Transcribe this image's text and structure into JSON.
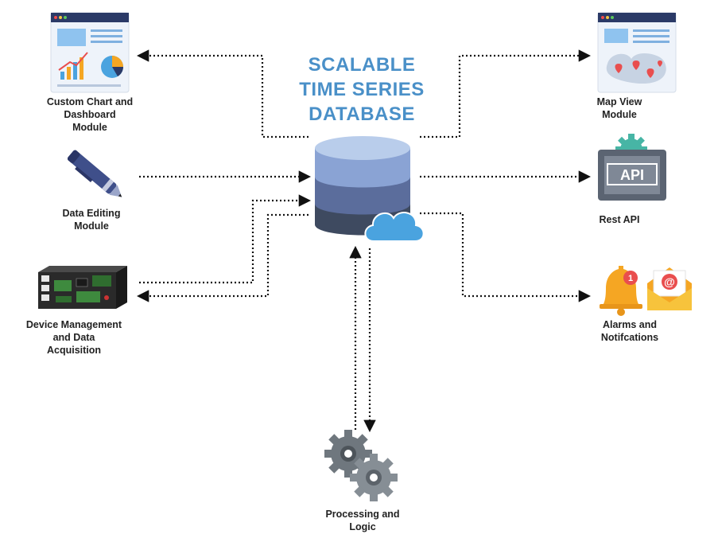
{
  "title": {
    "line1": "SCALABLE",
    "line2": "TIME SERIES",
    "line3": "DATABASE"
  },
  "modules": {
    "custom_chart": {
      "line1": "Custom Chart and",
      "line2": "Dashboard",
      "line3": "Module"
    },
    "data_editing": {
      "line1": "Data Editing",
      "line2": "Module"
    },
    "device_management": {
      "line1": "Device Management",
      "line2": "and Data",
      "line3": "Acquisition"
    },
    "map_view": {
      "line1": "Map View",
      "line2": "Module"
    },
    "rest_api": {
      "line1": "Rest API",
      "badge": "API"
    },
    "alarms": {
      "line1": "Alarms and",
      "line2": "Notifcations",
      "badge_count": "1",
      "email_symbol": "@"
    },
    "processing": {
      "line1": "Processing and",
      "line2": "Logic"
    }
  },
  "icons": {
    "database": "database-cloud-icon",
    "custom_chart": "dashboard-chart-icon",
    "data_editing": "pen-icon",
    "device_management": "circuit-board-icon",
    "map_view": "map-pins-icon",
    "rest_api": "api-monitor-gear-icon",
    "alarms": "bell-and-envelope-icon",
    "processing": "gears-icon"
  },
  "colors": {
    "title": "#4a90c8",
    "db_top": "#a9c3e6",
    "db_mid": "#5b6d9c",
    "db_bottom": "#3e4a60",
    "cloud": "#4aa3df",
    "bell": "#f5a623",
    "envelope": "#f7c33c",
    "gear": "#6f777e",
    "connector": "#111111"
  }
}
